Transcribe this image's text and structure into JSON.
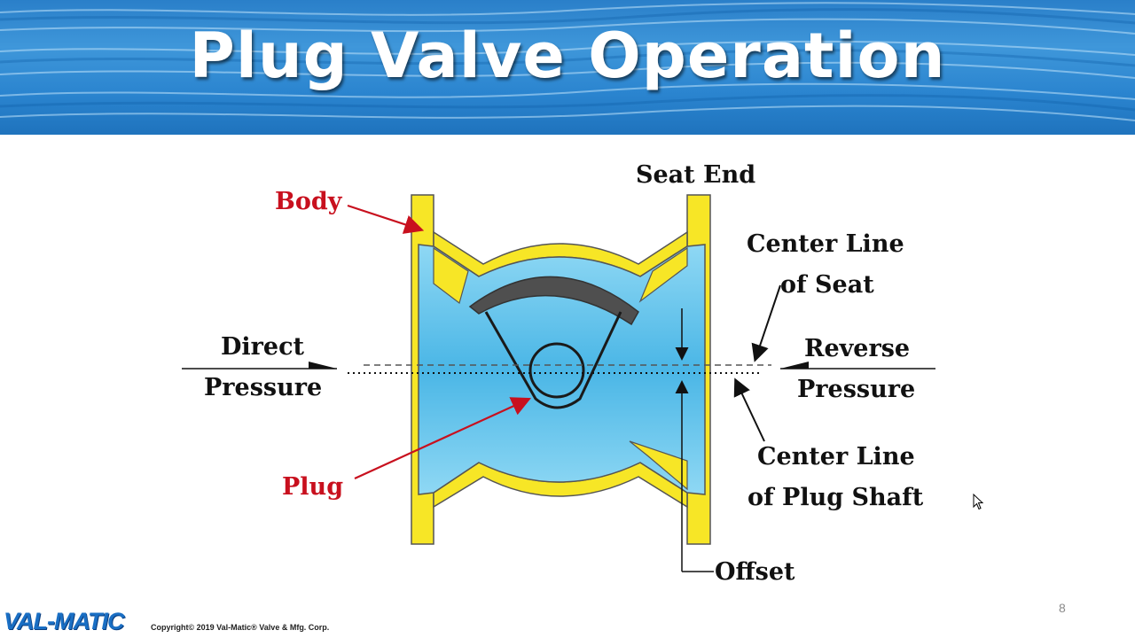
{
  "slide": {
    "title": "Plug Valve Operation",
    "page_number": "8"
  },
  "labels": {
    "body": "Body",
    "seat_end": "Seat End",
    "center_line_seat_1": "Center Line",
    "center_line_seat_2": "of Seat",
    "direct_1": "Direct",
    "direct_2": "Pressure",
    "reverse_1": "Reverse",
    "reverse_2": "Pressure",
    "center_line_shaft_1": "Center Line",
    "center_line_shaft_2": "of Plug Shaft",
    "plug": "Plug",
    "offset": "Offset"
  },
  "footer": {
    "logo": "VAL-MATIC",
    "copyright": "Copyright© 2019 Val-Matic® Valve & Mfg. Corp."
  },
  "colors": {
    "banner": "#2a84cf",
    "body_yellow": "#f7e626",
    "fluid_blue": "#5ec3ec",
    "plug_seat_gray": "#4f4f4f",
    "callout_red": "#c8101e"
  }
}
